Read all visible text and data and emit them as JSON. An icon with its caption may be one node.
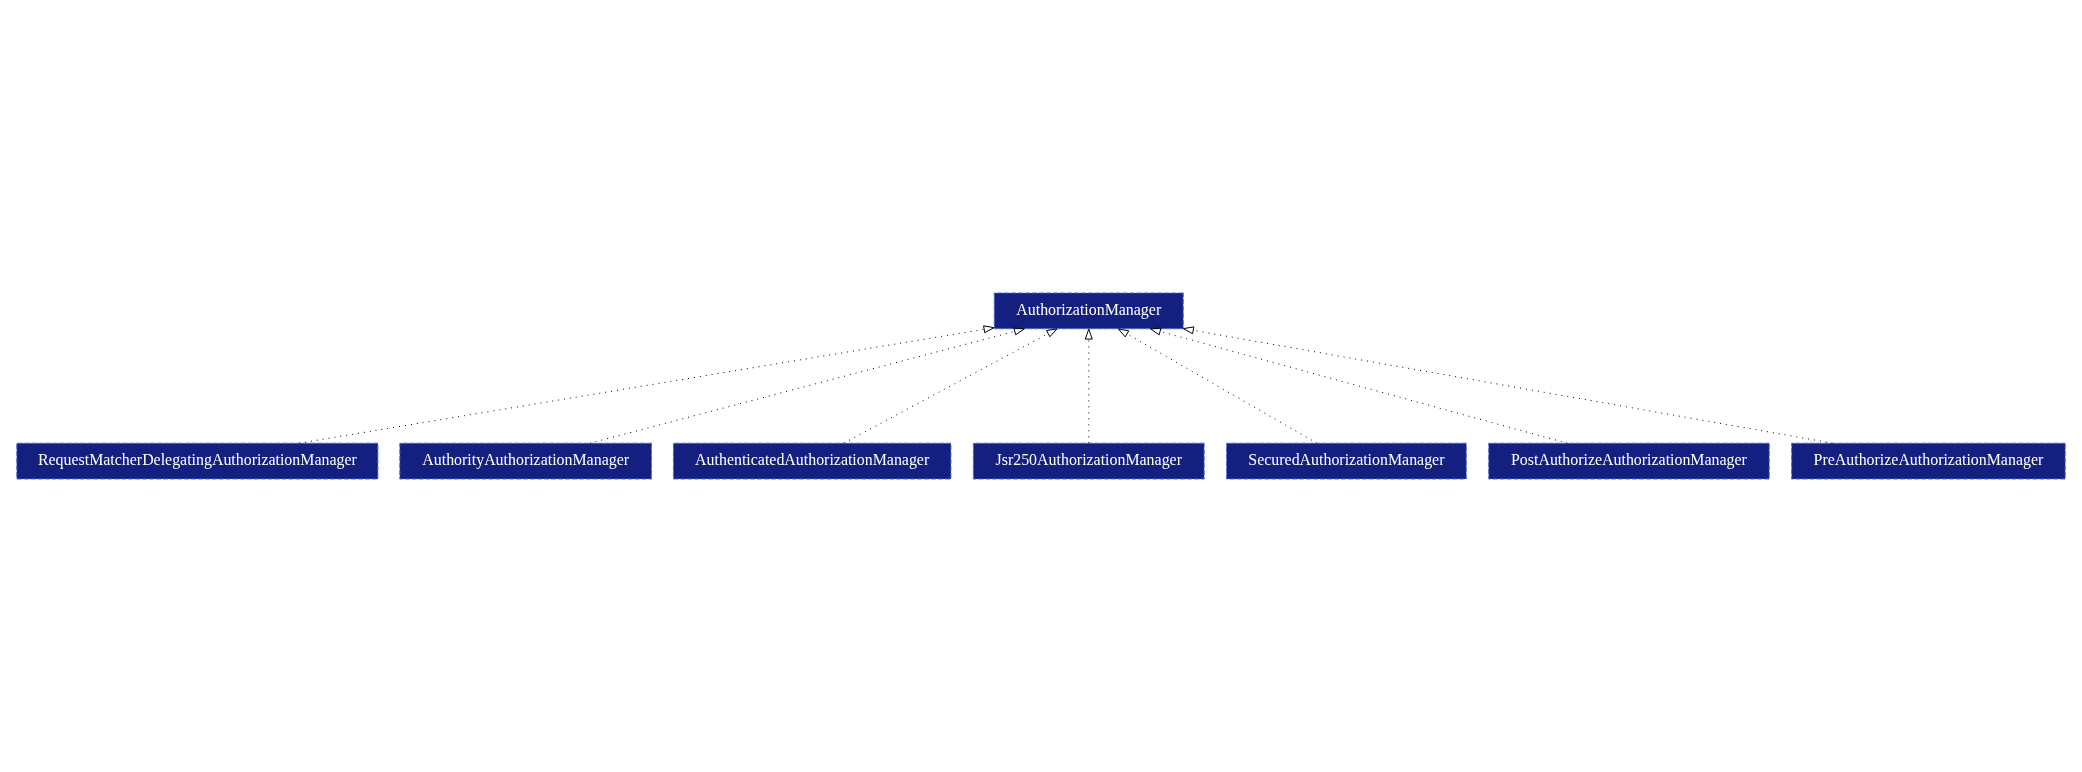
{
  "diagram": {
    "nodes": [
      {
        "text": [
          "AuthorizationManager"
        ]
      },
      {
        "text": [
          "RequestMatcherDelegatingAuthorizationManager"
        ]
      },
      {
        "text": [
          "AuthorityAuthorizationManager"
        ]
      },
      {
        "text": [
          "AuthenticatedAuthorizationManager"
        ]
      },
      {
        "text": [
          "Jsr250AuthorizationManager"
        ]
      },
      {
        "text": [
          "SecuredAuthorizationManager"
        ]
      },
      {
        "text": [
          "PostAuthorizeAuthorizationManager"
        ]
      },
      {
        "text": [
          "PreAuthorizeAuthorizationManager"
        ]
      }
    ],
    "edges": [
      {
        "from": 1,
        "to": 0,
        "arrow": "to",
        "style": "dashed"
      },
      {
        "from": 2,
        "to": 0,
        "arrow": "to",
        "style": "dashed"
      },
      {
        "from": 3,
        "to": 0,
        "arrow": "to",
        "style": "dashed"
      },
      {
        "from": 4,
        "to": 0,
        "arrow": "to",
        "style": "dashed"
      },
      {
        "from": 5,
        "to": 0,
        "arrow": "to",
        "style": "dashed"
      },
      {
        "from": 6,
        "to": 0,
        "arrow": "to",
        "style": "dashed"
      },
      {
        "from": 7,
        "to": 0,
        "arrow": "to",
        "style": "dashed"
      }
    ]
  }
}
